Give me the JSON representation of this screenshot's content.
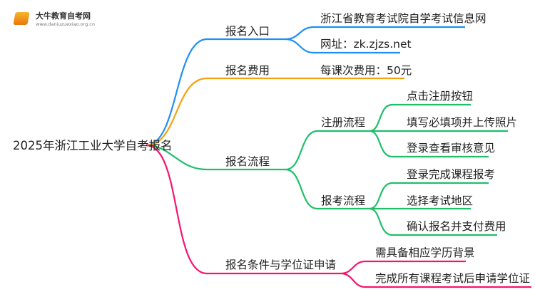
{
  "logo": {
    "name": "大牛教育自考网",
    "url": "www.daniuzuexiao.org.cn"
  },
  "colors": {
    "blue": "#1e8ff5",
    "orange": "#f2a20c",
    "green": "#1fbf6a",
    "pink": "#f5156e"
  },
  "root": "2025年浙江工业大学自考报名",
  "b1": {
    "label": "报名入口",
    "children": [
      "浙江省教育考试院自学考试信息网",
      "网址：zk.zjzs.net"
    ]
  },
  "b2": {
    "label": "报名费用",
    "children": [
      "每课次费用：50元"
    ]
  },
  "b3": {
    "label": "报名流程",
    "sub1": {
      "label": "注册流程",
      "children": [
        "点击注册按钮",
        "填写必填项并上传照片",
        "登录查看审核意见"
      ]
    },
    "sub2": {
      "label": "报考流程",
      "children": [
        "登录完成课程报考",
        "选择考试地区",
        "确认报名并支付费用"
      ]
    }
  },
  "b4": {
    "label": "报名条件与学位证申请",
    "children": [
      "需具备相应学历背景",
      "完成所有课程考试后申请学位证"
    ]
  }
}
